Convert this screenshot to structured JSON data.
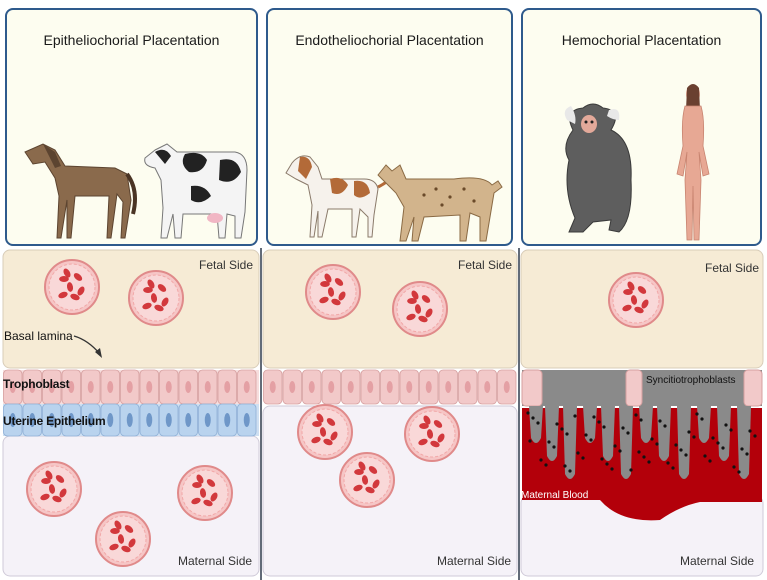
{
  "panels": [
    {
      "title": "Epitheliochorial Placentation",
      "animals": [
        "horse",
        "cow"
      ]
    },
    {
      "title": "Endotheliochorial Placentation",
      "animals": [
        "dog",
        "lynx"
      ]
    },
    {
      "title": "Hemochorial Placentation",
      "animals": [
        "marmoset",
        "human"
      ]
    }
  ],
  "labels": {
    "fetal_side": "Fetal Side",
    "maternal_side": "Maternal Side",
    "basal_lamina": "Basal lamina",
    "trophoblast": "Trophoblast",
    "uterine_epithelium": "Uterine Epithelium",
    "syncitiotrophoblasts": "Syncitiotrophoblasts",
    "maternal_blood": "Maternal Blood"
  },
  "colors": {
    "panel_border": "#2e5a8c",
    "fetal_bg": "#f6ebd5",
    "maternal_bg": "#f5f2f8",
    "trophoblast_cell": "#f2c9c9",
    "uterine_cell": "#b9d3ee",
    "blood": "#b3000a",
    "syncytium": "#8a8a8a"
  },
  "icons": [
    "horse-icon",
    "cow-icon",
    "dog-icon",
    "lynx-icon",
    "marmoset-icon",
    "human-icon",
    "red-blood-cell-icon",
    "arrow-icon"
  ]
}
